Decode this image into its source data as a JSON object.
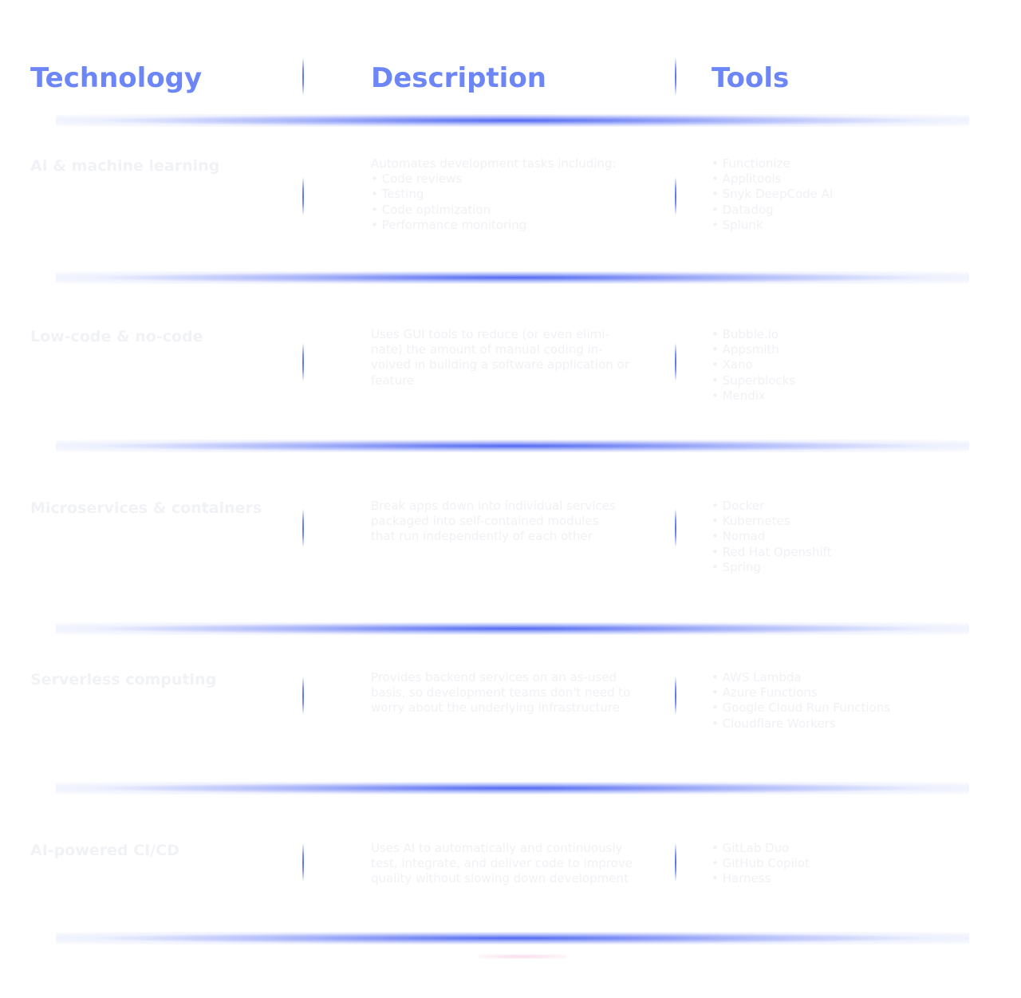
{
  "header": {
    "technology": "Technology",
    "description": "Description",
    "tools": "Tools"
  },
  "rows": [
    {
      "technology": "AI & machine learning",
      "description": [
        "Automates development tasks including:",
        "• Code reviews",
        "• Testing",
        "• Code optimization",
        "• Performance monitoring"
      ],
      "tools": [
        "• Functionize",
        "• Applitools",
        "• Snyk DeepCode AI",
        "• Datadog",
        "• Splunk"
      ]
    },
    {
      "technology": "Low-code & no-code",
      "description": [
        "Uses GUI tools to reduce (or even elimi-",
        "nate) the amount of manual coding in-",
        "volved in building a software application or",
        "feature"
      ],
      "tools": [
        "• Bubble.io",
        "• Appsmith",
        "• Xano",
        "• Superblocks",
        "• Mendix"
      ]
    },
    {
      "technology": "Microservices & containers",
      "description": [
        "Break apps down into individual services",
        "packaged into self-contained modules",
        "that run independently of each other"
      ],
      "tools": [
        "• Docker",
        "• Kubernetes",
        "• Nomad",
        "• Red Hat Openshift",
        "• Spring"
      ]
    },
    {
      "technology": "Serverless computing",
      "description": [
        "Provides backend services on an as-used",
        "basis, so development teams don't need to",
        "worry about the underlying infrastructure"
      ],
      "tools": [
        "• AWS Lambda",
        "• Azure Functions",
        "• Google Cloud Run Functions",
        "• Cloudflare Workers"
      ]
    },
    {
      "technology": "AI-powered CI/CD",
      "description": [
        "Uses AI to automatically and continuously",
        "test, integrate, and deliver code to improve",
        "quality without slowing down development"
      ],
      "tools": [
        "• GitLab Duo",
        "• GitHub Copilot",
        "• Harness"
      ]
    }
  ]
}
